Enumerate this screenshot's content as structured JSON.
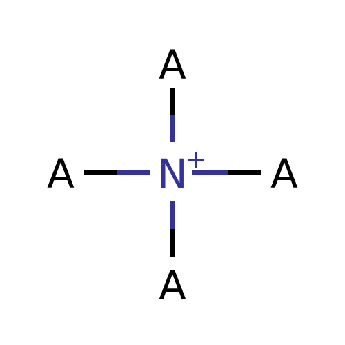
{
  "molecule": {
    "center_atom": {
      "symbol": "N",
      "charge": "+",
      "color": "#33339a"
    },
    "substituents": [
      {
        "symbol": "A",
        "direction": "top"
      },
      {
        "symbol": "A",
        "direction": "left"
      },
      {
        "symbol": "A",
        "direction": "right"
      },
      {
        "symbol": "A",
        "direction": "bottom"
      }
    ],
    "substituent_color": "#000000",
    "bond_type": "single"
  }
}
